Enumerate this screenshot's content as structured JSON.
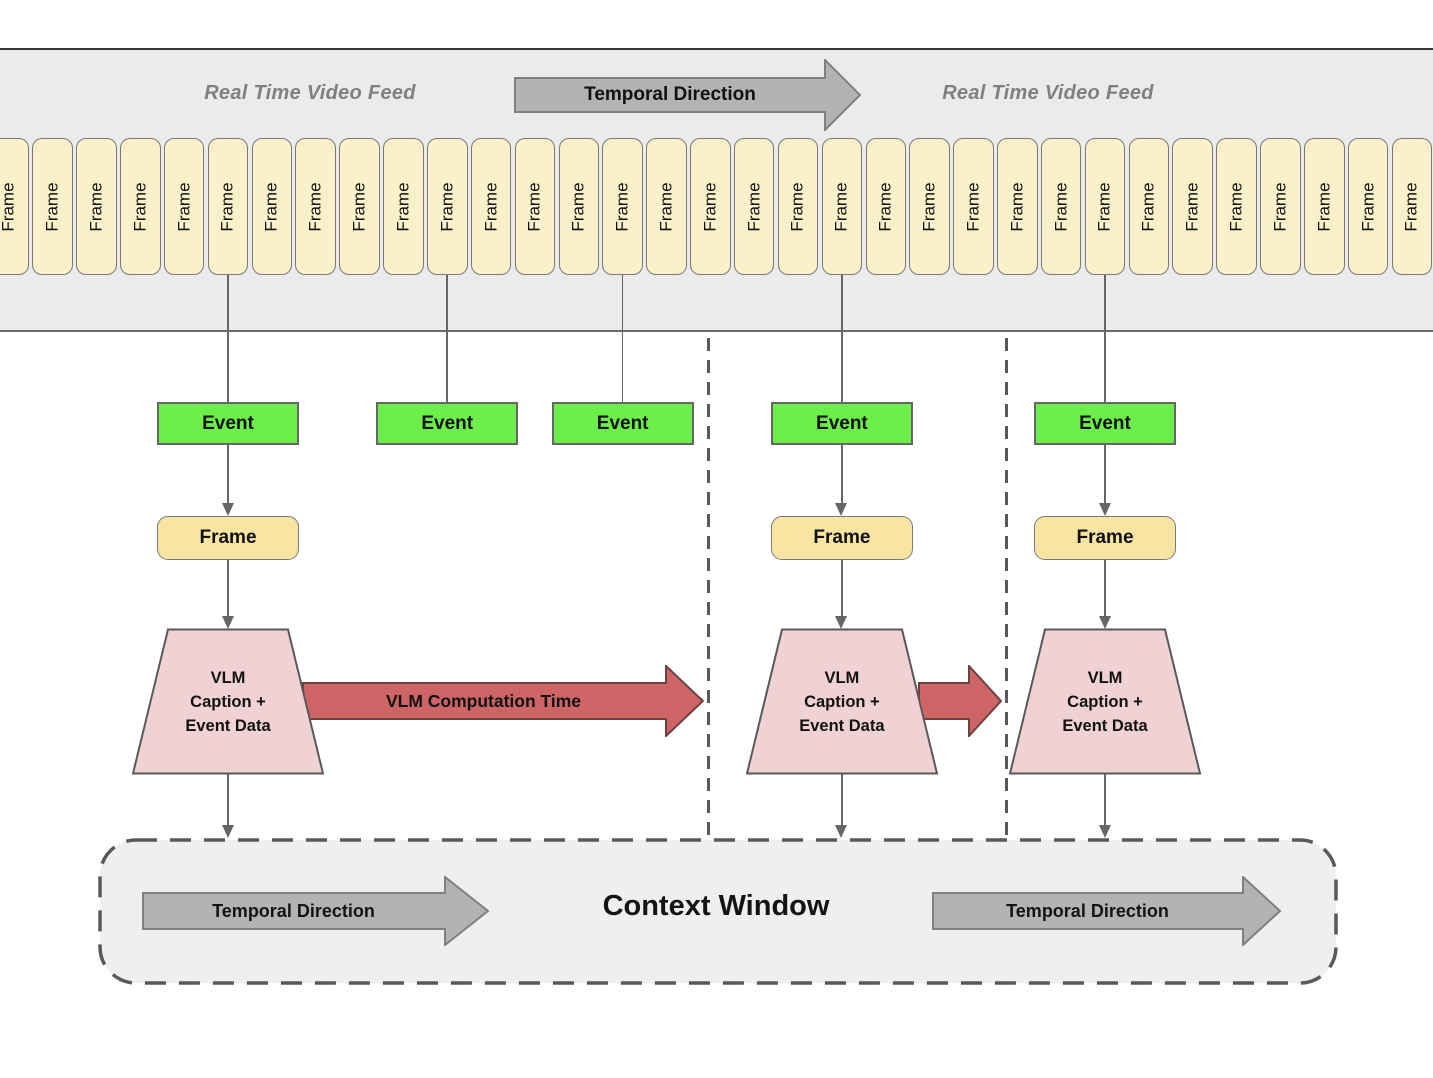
{
  "diagram": {
    "top_band": {
      "left_feed_label": "Real Time Video Feed",
      "temporal_arrow_label": "Temporal Direction",
      "right_feed_label": "Real Time Video Feed",
      "frame_label": "Frame",
      "frame_count": 33
    },
    "event_label": "Event",
    "event_count": 5,
    "chain": {
      "frame_label": "Frame",
      "vlm_lines": [
        "VLM",
        "Caption +",
        "Event Data"
      ],
      "chain_count": 3
    },
    "computation_arrow_label": "VLM Computation Time",
    "context_window": {
      "title": "Context Window",
      "left_arrow_label": "Temporal Direction",
      "right_arrow_label": "Temporal Direction"
    },
    "colors": {
      "band_bg": "#ebebeb",
      "frame_fill": "#faf0c9",
      "frame_border": "#7a7a7a",
      "event_fill": "#6cef4b",
      "event_border": "#666666",
      "small_frame_fill": "#f8e5a4",
      "vlm_fill": "#f0d2d5",
      "vlm_border": "#595959",
      "red_fill": "#cd6566",
      "red_border": "#6b4141",
      "gray_arrow_fill": "#b3b3b3",
      "gray_arrow_border": "#808080",
      "dashed_line": "#595959",
      "context_fill": "#efefef",
      "feed_text": "#808080",
      "connector": "#666666"
    }
  }
}
